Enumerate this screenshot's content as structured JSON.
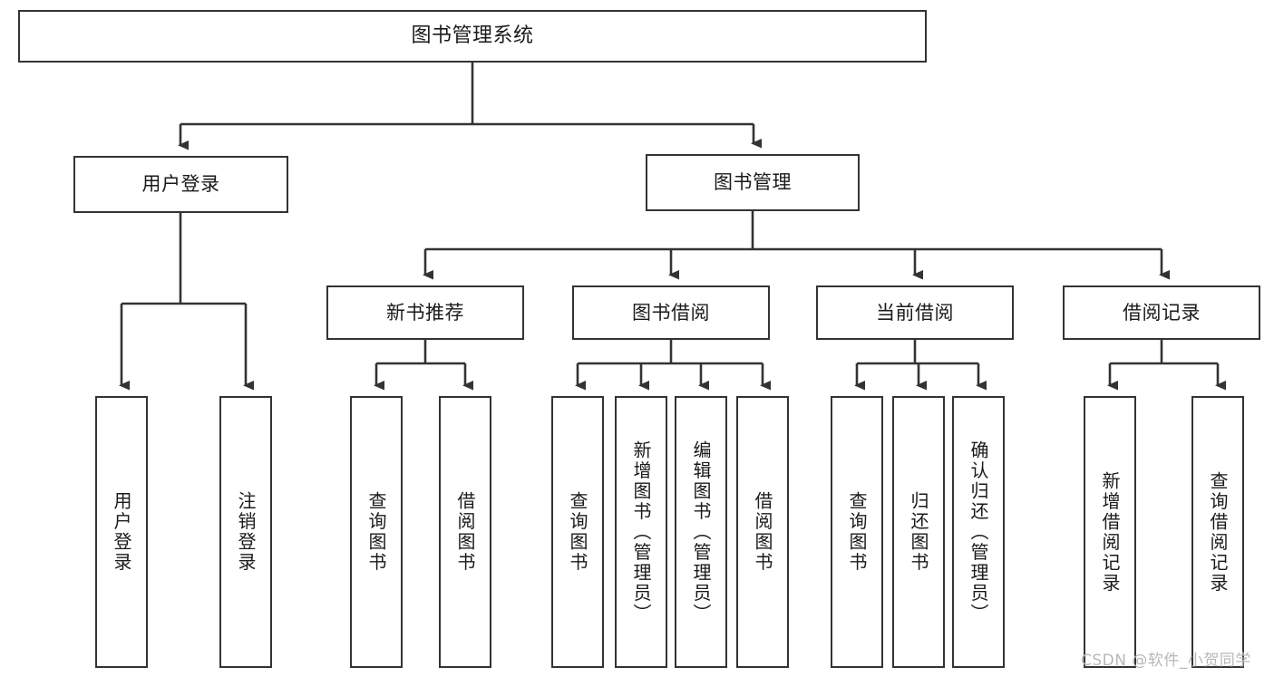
{
  "diagram": {
    "title": "图书管理系统",
    "type": "hierarchy-tree",
    "watermark": "CSDN @软件_小贺同学",
    "colors": {
      "stroke": "#333333",
      "fill": "#ffffff",
      "text": "#1a1a1a",
      "watermark": "#b8b8b8"
    },
    "levels": {
      "root": {
        "label": "图书管理系统"
      },
      "level2": [
        {
          "label": "用户登录"
        },
        {
          "label": "图书管理"
        }
      ],
      "level3": [
        {
          "label": "新书推荐"
        },
        {
          "label": "图书借阅"
        },
        {
          "label": "当前借阅"
        },
        {
          "label": "借阅记录"
        }
      ],
      "leaves": {
        "user_login": [
          {
            "label": "用户登录"
          },
          {
            "label": "注销登录"
          }
        ],
        "new_book_recommend": [
          {
            "label": "查询图书"
          },
          {
            "label": "借阅图书"
          }
        ],
        "book_borrow": [
          {
            "label": "查询图书"
          },
          {
            "label": "新增图书（管理员）"
          },
          {
            "label": "编辑图书（管理员）"
          },
          {
            "label": "借阅图书"
          }
        ],
        "current_borrow": [
          {
            "label": "查询图书"
          },
          {
            "label": "归还图书"
          },
          {
            "label": "确认归还（管理员）"
          }
        ],
        "borrow_record": [
          {
            "label": "新增借阅记录"
          },
          {
            "label": "查询借阅记录"
          }
        ]
      }
    }
  }
}
